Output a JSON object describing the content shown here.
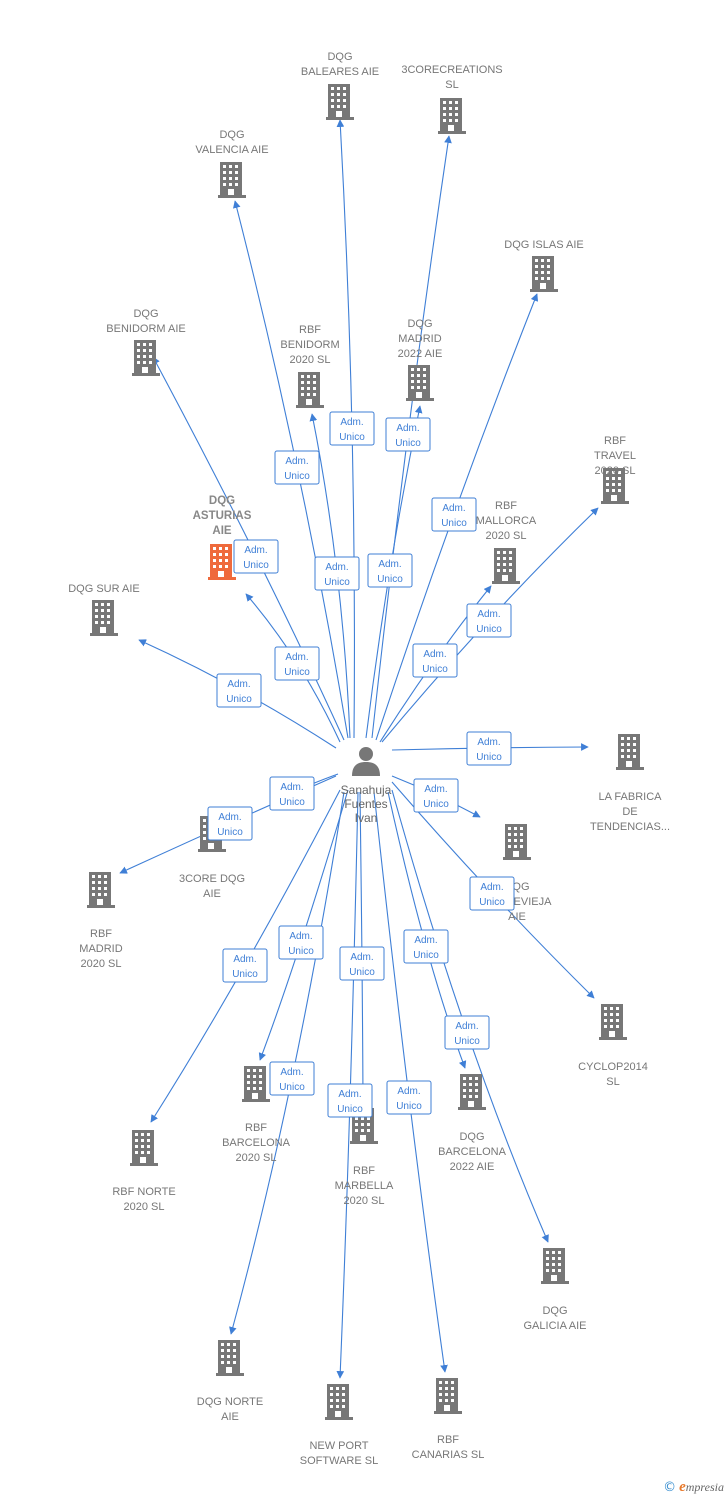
{
  "center": {
    "name_lines": [
      "Sanahuja",
      "Fuentes",
      "Ivan"
    ]
  },
  "edge_label_lines": [
    "Adm.",
    "Unico"
  ],
  "colors": {
    "edge": "#3f7fd6",
    "building": "#777777",
    "highlight": "#ef6a3c"
  },
  "nodes": [
    {
      "id": "dqg-baleares",
      "lines": [
        "DQG",
        "BALEARES  AIE"
      ]
    },
    {
      "id": "3corecreations",
      "lines": [
        "3CORECREATIONS",
        "SL"
      ]
    },
    {
      "id": "dqg-valencia",
      "lines": [
        "DQG",
        "VALENCIA  AIE"
      ]
    },
    {
      "id": "dqg-islas",
      "lines": [
        "DQG ISLAS  AIE"
      ]
    },
    {
      "id": "dqg-benidorm",
      "lines": [
        "DQG",
        "BENIDORM  AIE"
      ]
    },
    {
      "id": "rbf-benidorm",
      "lines": [
        "RBF",
        "BENIDORM",
        "2020  SL"
      ]
    },
    {
      "id": "dqg-madrid-2022",
      "lines": [
        "DQG",
        "MADRID",
        "2022  AIE"
      ]
    },
    {
      "id": "rbf-travel",
      "lines": [
        "RBF",
        "TRAVEL",
        "2020  SL"
      ]
    },
    {
      "id": "dqg-asturias",
      "lines": [
        "DQG",
        "ASTURIAS",
        "AIE"
      ],
      "highlight": true
    },
    {
      "id": "rbf-mallorca",
      "lines": [
        "RBF",
        "MALLORCA",
        "2020  SL"
      ]
    },
    {
      "id": "dqg-sur",
      "lines": [
        "DQG SUR  AIE"
      ]
    },
    {
      "id": "la-fabrica",
      "lines": [
        "LA FABRICA",
        "DE",
        "TENDENCIAS..."
      ]
    },
    {
      "id": "3core-dqg",
      "lines": [
        "3CORE DQG",
        "AIE"
      ]
    },
    {
      "id": "dqg-torrevieja",
      "lines": [
        "DQG",
        "TORREVIEJA",
        "AIE"
      ]
    },
    {
      "id": "rbf-madrid",
      "lines": [
        "RBF",
        "MADRID",
        "2020  SL"
      ]
    },
    {
      "id": "cyclop2014",
      "lines": [
        "CYCLOP2014",
        "SL"
      ]
    },
    {
      "id": "rbf-barcelona",
      "lines": [
        "RBF",
        "BARCELONA",
        "2020  SL"
      ]
    },
    {
      "id": "dqg-barcelona-2022",
      "lines": [
        "DQG",
        "BARCELONA",
        "2022  AIE"
      ]
    },
    {
      "id": "rbf-norte",
      "lines": [
        "RBF NORTE",
        "2020  SL"
      ]
    },
    {
      "id": "rbf-marbella",
      "lines": [
        "RBF",
        "MARBELLA",
        "2020  SL"
      ]
    },
    {
      "id": "dqg-galicia",
      "lines": [
        "DQG",
        "GALICIA  AIE"
      ]
    },
    {
      "id": "dqg-norte",
      "lines": [
        "DQG NORTE",
        "AIE"
      ]
    },
    {
      "id": "new-port-software",
      "lines": [
        "NEW PORT",
        "SOFTWARE SL"
      ]
    },
    {
      "id": "rbf-canarias",
      "lines": [
        "RBF",
        "CANARIAS  SL"
      ]
    }
  ],
  "footer": {
    "copyright": "©",
    "brand_initial": "e",
    "brand_rest": "mpresia"
  }
}
